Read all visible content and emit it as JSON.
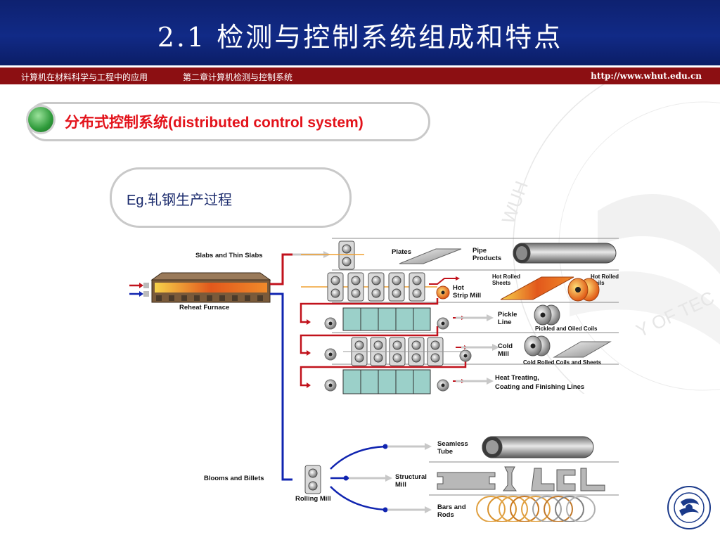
{
  "slide": {
    "title": "2.1 检测与控制系统组成和特点",
    "subtitle_course": "计算机在材料科学与工程中的应用",
    "subtitle_chapter": "第二章计算机检测与控制系统",
    "url": "http://www.whut.edu.cn"
  },
  "section": {
    "heading": "分布式控制系统(distributed control system)",
    "example": "Eg.轧钢生产过程"
  },
  "diagram": {
    "labels": {
      "slabs": "Slabs and Thin Slabs",
      "reheat": "Reheat Furnace",
      "blooms": "Blooms and Billets",
      "rolling": "Rolling Mill",
      "plates": "Plates",
      "pipe1": "Pipe",
      "pipe2": "Products",
      "hot_strip1": "Hot",
      "hot_strip2": "Strip Mill",
      "hr_sheets1": "Hot Rolled",
      "hr_sheets2": "Sheets",
      "hr_coils1": "Hot Rolled",
      "hr_coils2": "Coils",
      "pickle1": "Pickle",
      "pickle2": "Line",
      "pickled": "Pickled and Oiled Coils",
      "cold1": "Cold",
      "cold2": "Mill",
      "cold_rolled": "Cold Rolled Coils and Sheets",
      "heat1": "Heat Treating,",
      "heat2": "Coating and Finishing Lines",
      "seamless1": "Seamless",
      "seamless2": "Tube",
      "structural1": "Structural",
      "structural2": "Mill",
      "bars1": "Bars and",
      "bars2": "Rods"
    }
  },
  "colors": {
    "header": "#112a86",
    "subbar": "#8c0f12",
    "heading": "#e3121a",
    "flow_red": "#c1121c",
    "flow_blue": "#1024b0"
  }
}
